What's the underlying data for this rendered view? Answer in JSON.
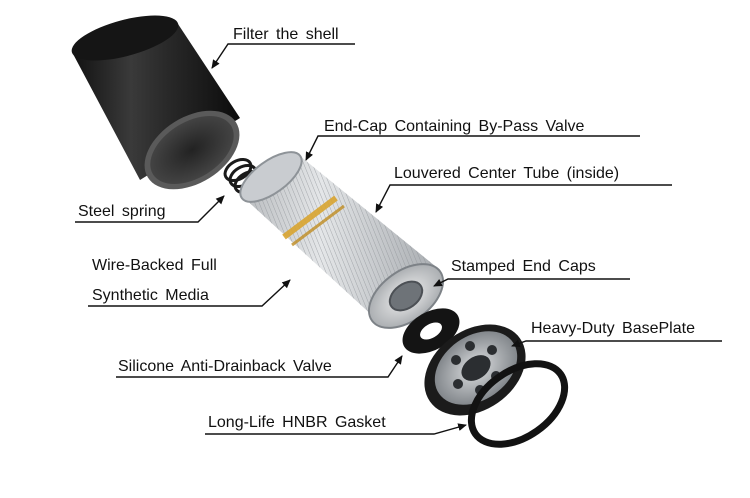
{
  "diagram": {
    "labels": {
      "shell": "Filter the shell",
      "endcap_valve": "End-Cap  Containing  By-Pass  Valve",
      "center_tube": "Louvered  Center  Tube  (inside)",
      "spring": "Steel spring",
      "media_line1": "Wire-Backed  Full",
      "media_line2": "Synthetic  Media",
      "end_caps": "Stamped  End  Caps",
      "baseplate": "Heavy-Duty  BasePlate",
      "drainback_valve": "Silicone  Anti-Drainback  Valve",
      "gasket": "Long-Life  HNBR  Gasket"
    }
  }
}
